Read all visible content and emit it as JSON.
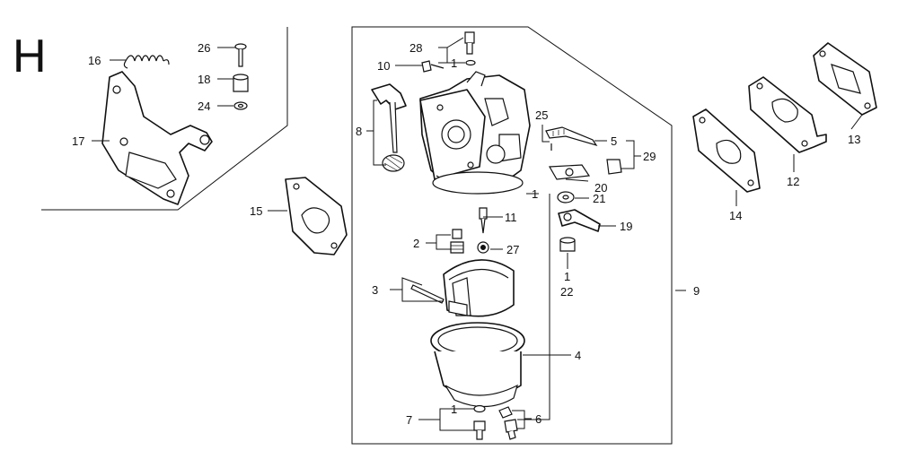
{
  "section_letter": "H",
  "callouts": {
    "c1_a": "1",
    "c1_b": "1",
    "c1_c": "1",
    "c1_d": "1",
    "c2": "2",
    "c3": "3",
    "c4": "4",
    "c5": "5",
    "c6": "6",
    "c7": "7",
    "c8": "8",
    "c9": "9",
    "c10": "10",
    "c11": "11",
    "c12": "12",
    "c13": "13",
    "c14": "14",
    "c15": "15",
    "c16": "16",
    "c17": "17",
    "c18": "18",
    "c19": "19",
    "c20": "20",
    "c21": "21",
    "c22": "22",
    "c24": "24",
    "c25": "25",
    "c26": "26",
    "c27": "27",
    "c28": "28",
    "c29": "29"
  }
}
